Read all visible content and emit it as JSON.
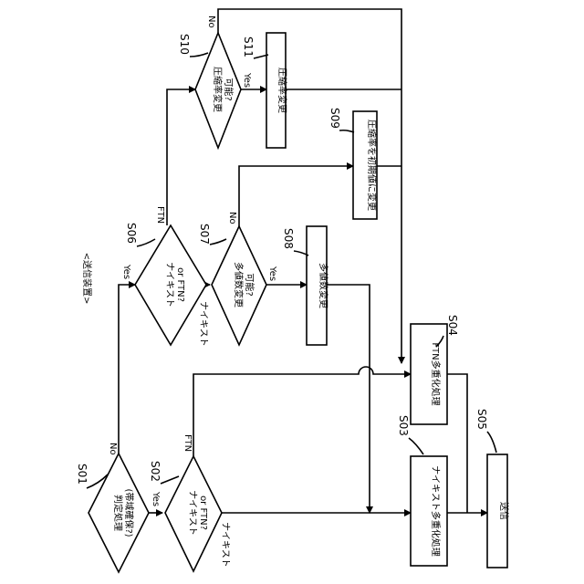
{
  "title": "<送信装置>",
  "steps": {
    "s01": {
      "id": "S01",
      "lines": [
        "判定処理",
        "(帯域確保?)"
      ]
    },
    "s02": {
      "id": "S02",
      "lines": [
        "ナイキスト",
        "or FTN?"
      ]
    },
    "s03": {
      "id": "S03",
      "label": "ナイキスト多重化処理"
    },
    "s04": {
      "id": "S04",
      "label": "FTN多重化処理"
    },
    "s05": {
      "id": "S05",
      "label": "送信"
    },
    "s06": {
      "id": "S06",
      "lines": [
        "ナイキスト",
        "or FTN?"
      ]
    },
    "s07": {
      "id": "S07",
      "lines": [
        "多値数変更",
        "可能?"
      ]
    },
    "s08": {
      "id": "S08",
      "label": "多値数変更"
    },
    "s09": {
      "id": "S09",
      "label": "圧縮率を初期値に変更"
    },
    "s10": {
      "id": "S10",
      "lines": [
        "圧縮率変更",
        "可能?"
      ]
    },
    "s11": {
      "id": "S11",
      "label": "圧縮率変更"
    }
  },
  "branches": {
    "yes": "Yes",
    "no": "No",
    "ftn": "FTN",
    "nyquist": "ナイキスト"
  }
}
